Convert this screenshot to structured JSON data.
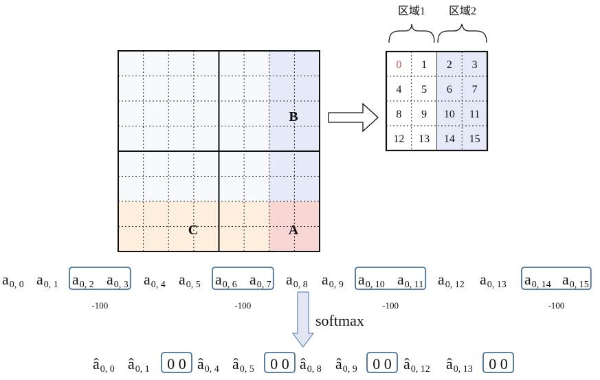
{
  "big_grid": {
    "label_b": "B",
    "label_a": "A",
    "label_c": "C"
  },
  "region_labels": [
    "区域1",
    "区域2"
  ],
  "small_grid": {
    "cells": [
      "0",
      "1",
      "2",
      "3",
      "4",
      "5",
      "6",
      "7",
      "8",
      "9",
      "10",
      "11",
      "12",
      "13",
      "14",
      "15"
    ]
  },
  "row1": {
    "items": [
      {
        "sub": "0, 0"
      },
      {
        "sub": "0, 1"
      },
      {
        "sub": "0, 2"
      },
      {
        "sub": "0, 3"
      },
      {
        "sub": "0, 4"
      },
      {
        "sub": "0, 5"
      },
      {
        "sub": "0, 6"
      },
      {
        "sub": "0, 7"
      },
      {
        "sub": "0, 8"
      },
      {
        "sub": "0, 9"
      },
      {
        "sub": "0, 10"
      },
      {
        "sub": "0, 11"
      },
      {
        "sub": "0, 12"
      },
      {
        "sub": "0, 13"
      },
      {
        "sub": "0, 14"
      },
      {
        "sub": "0, 15"
      }
    ],
    "base": "a"
  },
  "masks": [
    "-100",
    "-100",
    "-100",
    "-100"
  ],
  "softmax_label": "softmax",
  "row2": {
    "items": [
      {
        "sub": "0, 0"
      },
      {
        "sub": "0, 1"
      },
      {
        "sub": "0, 4"
      },
      {
        "sub": "0, 5"
      },
      {
        "sub": "0, 8"
      },
      {
        "sub": "0, 9"
      },
      {
        "sub": "0, 12"
      },
      {
        "sub": "0, 13"
      }
    ],
    "base": "â",
    "zeros": [
      "0 0",
      "0 0",
      "0 0",
      "0 0"
    ]
  },
  "colors": {
    "blue_fill": "#e6e9f8",
    "light_fill": "#f7f9fd",
    "peach_fill": "#fdeedd",
    "red_fill": "#f8d6d3",
    "box_stroke": "#4a6f96",
    "zero_red": "#d9534f"
  }
}
